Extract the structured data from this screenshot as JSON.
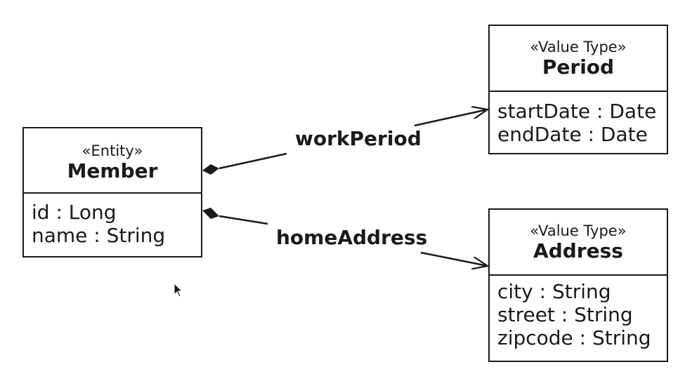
{
  "member": {
    "stereotype": "«Entity»",
    "name": "Member",
    "attributes": [
      "id : Long",
      "name : String"
    ]
  },
  "period": {
    "stereotype": "«Value Type»",
    "name": "Period",
    "attributes": [
      "startDate : Date",
      "endDate : Date"
    ]
  },
  "address": {
    "stereotype": "«Value Type»",
    "name": "Address",
    "attributes": [
      "city : String",
      "street : String",
      "zipcode : String"
    ]
  },
  "relations": {
    "work_period": "workPeriod",
    "home_address": "homeAddress"
  }
}
